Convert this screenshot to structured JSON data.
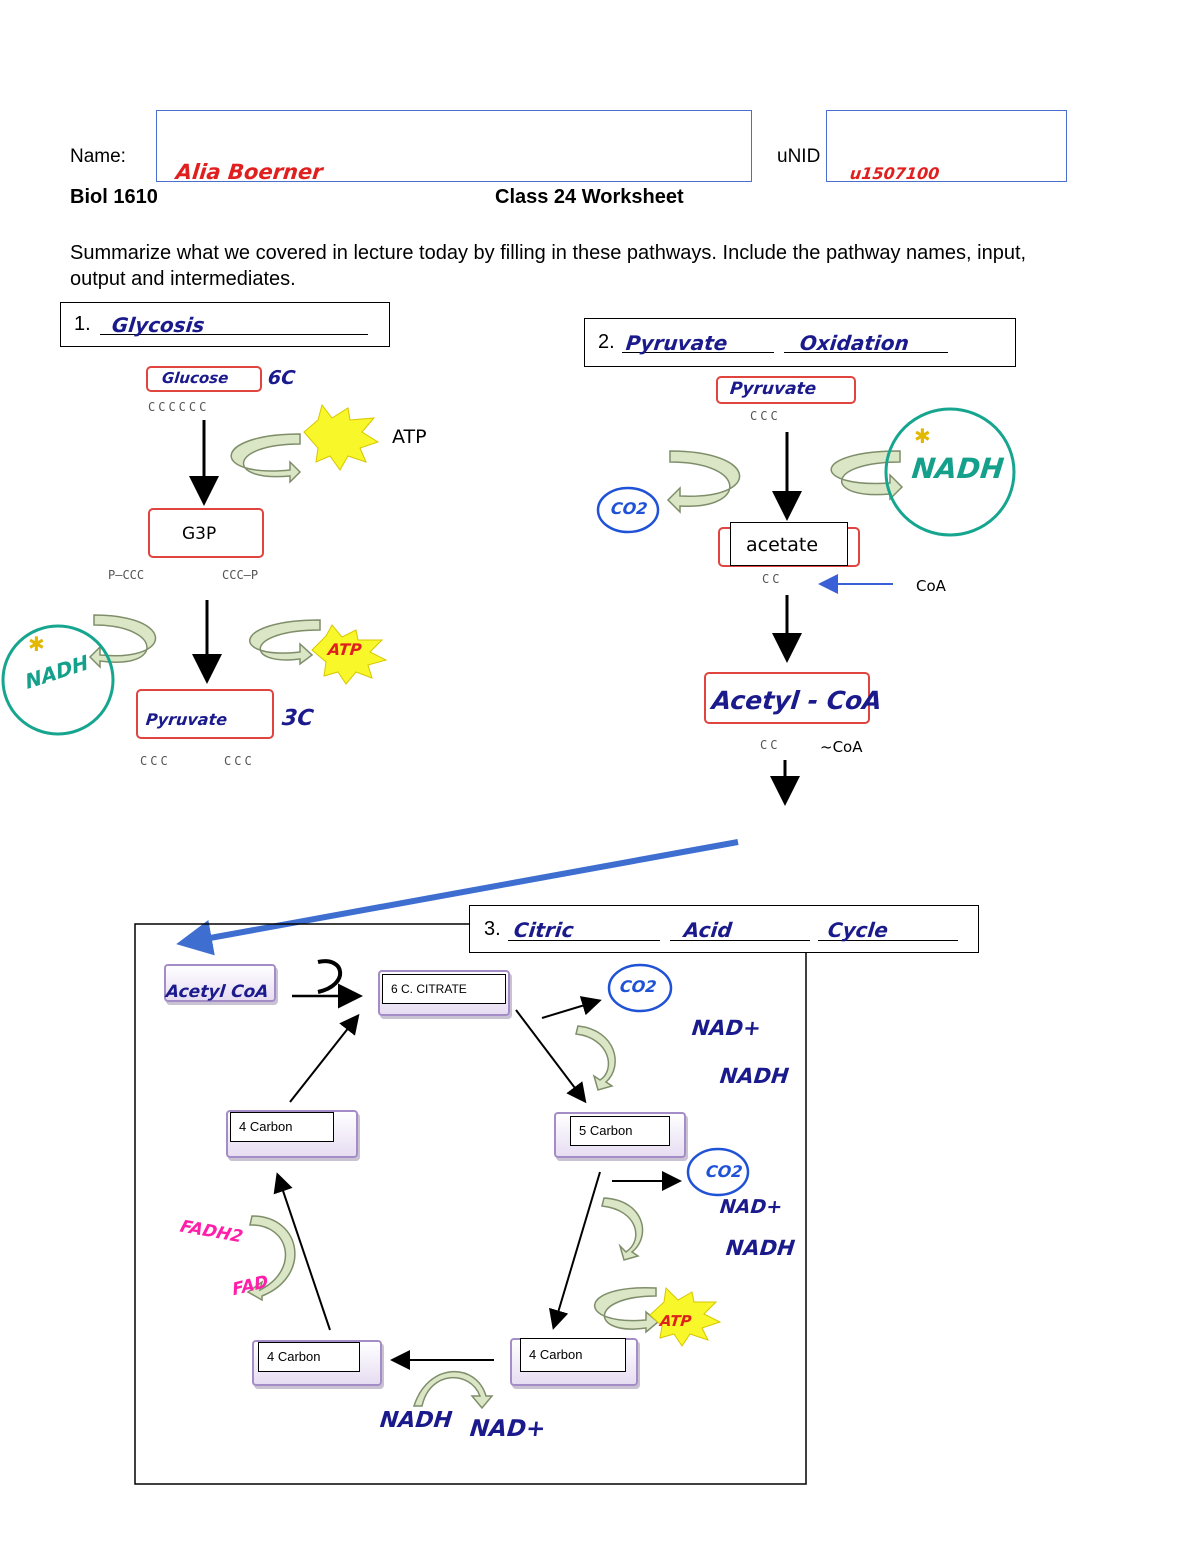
{
  "header": {
    "name_label": "Name:",
    "name_value": "Alia Boerner",
    "unid_label": "uNID",
    "unid_value": "u1507100",
    "course": "Biol 1610",
    "title": "Class 24 Worksheet"
  },
  "instructions": "Summarize what we covered in lecture today by filling in these pathways. Include the pathway names, input, output and intermediates.",
  "section1": {
    "number": "1.",
    "answer": "Glycosis",
    "input_label": "Glucose",
    "input_carbons": "6C",
    "carbons_6": "CCCCCC",
    "atp_label": "ATP",
    "intermediate": "G3P",
    "phos_left": "P—CCC",
    "phos_right": "CCC—P",
    "nadh": "NADH",
    "atp_out": "ATP",
    "output_label": "Pyruvate",
    "output_carbons": "3C",
    "carbons_3a": "CCC",
    "carbons_3b": "CCC"
  },
  "section2": {
    "number": "2.",
    "answer_1": "Pyruvate",
    "answer_2": "Oxidation",
    "input_label": "Pyruvate",
    "carbons_3": "CCC",
    "co2": "CO2",
    "nadh": "NADH",
    "intermediate": "acetate",
    "carbons_2": "CC",
    "coa": "CoA",
    "output_label": "Acetyl - CoA",
    "carbons_2b": "CC",
    "coa_tilde": "~CoA"
  },
  "section3": {
    "number": "3.",
    "answer_1": "Citric",
    "answer_2": "Acid",
    "answer_3": "Cycle",
    "acetyl": "Acetyl CoA",
    "citrate": "6 C. CITRATE",
    "co2_a": "CO2",
    "nad_a": "NAD+",
    "nadh_a": "NADH",
    "five_carbon": "5 Carbon",
    "co2_b": "CO2",
    "nad_b": "NAD+",
    "nadh_b": "NADH",
    "atp": "ATP",
    "four_carbon_a": "4 Carbon",
    "four_carbon_b": "4 Carbon",
    "four_carbon_c": "4 Carbon",
    "fadh2": "FADH2",
    "fad": "FAD",
    "nadh_c": "NADH",
    "nad_c": "NAD+"
  },
  "colors": {
    "handwriting_blue": "#1a1a8c",
    "handwriting_red": "#e0201e",
    "handwriting_teal": "#14a08a",
    "handwriting_pink": "#ff1fa8",
    "arrow_green": "#d9e4c4",
    "box_red": "#e0443e",
    "box_purple": "#a48cc6"
  }
}
